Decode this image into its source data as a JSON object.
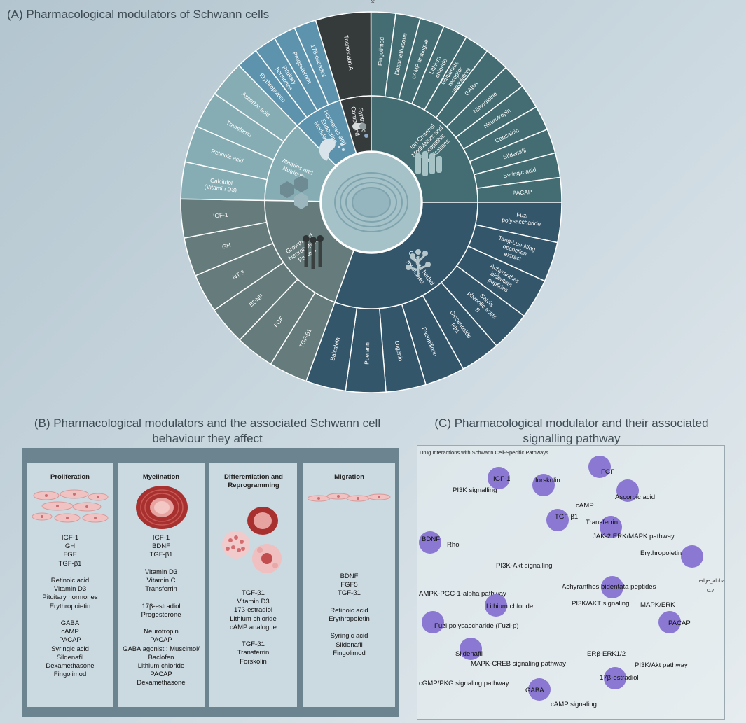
{
  "title_a": "(A) Pharmacological modulators of  Schwann cells",
  "title_b": "(B) Pharmacological modulators and the associated Schwann cell behaviour they affect",
  "title_c": "(C) Pharmacological modulator and their associated signalling pathway",
  "close_glyph": "×",
  "colors": {
    "ion": "#436d72",
    "herbal": "#34566a",
    "growth": "#667c7c",
    "vitamins": "#86adb4",
    "hormones": "#5e93ad",
    "synthetic": "#353a3a",
    "center": "#a5c2c9",
    "drug_node": "#8a78d2",
    "pathway_node": "#3b7b7d",
    "panel_b_bg": "#6c848f",
    "card_bg": "#cbd9e0"
  },
  "sunburst": {
    "categories": [
      {
        "name": "Ion Channel Modulators and Neuropathic Medications",
        "color": "#436d72",
        "items": [
          "Fingolimod",
          "Dexamethasone",
          "cAMP analogue",
          "Lithium chloride",
          "Glutamate receptor modulators",
          "GABA",
          "Nimodipine",
          "Neurotropin",
          "Capsaicin",
          "Sildenafil",
          "Syringic acid",
          "PACAP"
        ]
      },
      {
        "name": "Chinese herbal medicines",
        "color": "#34566a",
        "items": [
          "Fuzi polysaccharide",
          "Tang-Luo-Ning decoction extract",
          "Achyranthes bidentata peptides",
          "Salvia phenolic acids B",
          "Ginsenoside Rb1",
          "Paeoniflorin",
          "Loganin",
          "Puerarin",
          "Baicalein"
        ]
      },
      {
        "name": "Growth and Neurotrophic Factors",
        "color": "#667c7c",
        "items": [
          "TGF-β1",
          "FGF",
          "BDNF",
          "NT-3",
          "GH",
          "IGF-1"
        ]
      },
      {
        "name": "Vitamins and Nutrients",
        "color": "#86adb4",
        "items": [
          "Calcitriol (Vitamin D3)",
          "Retinoic acid",
          "Transferrin",
          "Ascorbic acid"
        ]
      },
      {
        "name": "Hormones and Endocrine Modulators",
        "color": "#5e93ad",
        "items": [
          "Erythropoietin",
          "Pituitary hormones",
          "Progesterone",
          "17β-estradiol"
        ]
      },
      {
        "name": "Synthetic Compound",
        "color": "#353a3a",
        "items": [
          "Trichostatin A"
        ]
      }
    ]
  },
  "panel_b": {
    "columns": [
      {
        "title": "Proliferation",
        "drugs": [
          "IGF-1",
          "GH",
          "FGF",
          "TGF-β1",
          "",
          "Retinoic acid",
          "Vitamin D3",
          "Pituitary hormones",
          "Erythropoietin",
          "",
          "GABA",
          "cAMP",
          "PACAP",
          "Syringic acid",
          "Sildenafil",
          "Dexamethasone",
          "Fingolimod"
        ]
      },
      {
        "title": "Myelination",
        "drugs": [
          "IGF-1",
          "BDNF",
          "TGF-β1",
          "",
          "Vitamin D3",
          "Vitamin C",
          "Transferrin",
          "",
          "17β-estradiol",
          "Progesterone",
          "",
          "Neurotropin",
          "PACAP",
          "GABA agonist : Muscimol/",
          "Baclofen",
          "Lithium chloride",
          "PACAP",
          "Dexamethasone"
        ]
      },
      {
        "title": "Differentiation and Reprogramming",
        "drugs": [
          "TGF-β1",
          "Vitamin D3",
          "17β-estradiol",
          "Lithium chloride",
          "cAMP analogue",
          "",
          "TGF-β1",
          "Transferrin",
          "Forskolin"
        ]
      },
      {
        "title": "Migration",
        "drugs": [
          "BDNF",
          "FGF5",
          "TGF-β1",
          "",
          "Retinoic acid",
          "Erythropoietin",
          "",
          "Syringic acid",
          "Sildenafil",
          "Fingolimod"
        ]
      }
    ]
  },
  "panel_c": {
    "chart_title": "Drug Interactions with Schwann Cell-Specific Pathways",
    "legend_label": "edge_alpha",
    "legend_value": "0.7",
    "nodes": [
      {
        "label": "IGF-1",
        "kind": "drug"
      },
      {
        "label": "FGF",
        "kind": "drug"
      },
      {
        "label": "PI3K signalling",
        "kind": "pathway"
      },
      {
        "label": "forskolin",
        "kind": "drug"
      },
      {
        "label": "Ascorbic acid",
        "kind": "drug"
      },
      {
        "label": "cAMP",
        "kind": "pathway"
      },
      {
        "label": "TGF-β1",
        "kind": "drug"
      },
      {
        "label": "Transferrin",
        "kind": "drug"
      },
      {
        "label": "JAK-2 ERK/MAPK pathway",
        "kind": "pathway"
      },
      {
        "label": "BDNF",
        "kind": "drug"
      },
      {
        "label": "Rho",
        "kind": "pathway"
      },
      {
        "label": "Erythropoietin",
        "kind": "drug"
      },
      {
        "label": "PI3K-Akt signalling",
        "kind": "pathway"
      },
      {
        "label": "Achyranthes bidentata peptides",
        "kind": "drug"
      },
      {
        "label": "AMPK-PGC-1-alpha pathway",
        "kind": "pathway"
      },
      {
        "label": "Lithium chloride",
        "kind": "drug"
      },
      {
        "label": "PI3K/AKT signaling",
        "kind": "pathway"
      },
      {
        "label": "MAPK/ERK",
        "kind": "pathway"
      },
      {
        "label": "Fuzi polysaccharide (Fuzi-p)",
        "kind": "drug"
      },
      {
        "label": "PACAP",
        "kind": "drug"
      },
      {
        "label": "Sildenafil",
        "kind": "drug"
      },
      {
        "label": "ERβ-ERK1/2",
        "kind": "pathway"
      },
      {
        "label": "MAPK-CREB signaling pathway",
        "kind": "pathway"
      },
      {
        "label": "PI3K/Akt pathway",
        "kind": "pathway"
      },
      {
        "label": "cGMP/PKG signaling pathway",
        "kind": "pathway"
      },
      {
        "label": "17β-estradiol",
        "kind": "drug"
      },
      {
        "label": "GABA",
        "kind": "drug"
      },
      {
        "label": "cAMP signaling",
        "kind": "pathway"
      }
    ]
  }
}
